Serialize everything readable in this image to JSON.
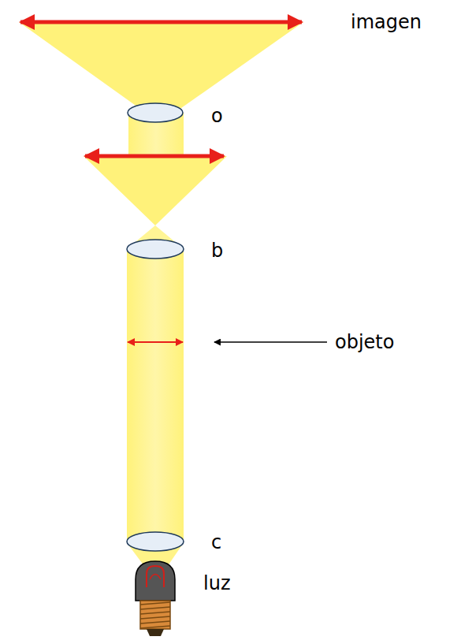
{
  "diagram": {
    "labels": [
      "imagen",
      "o",
      "b",
      "objeto",
      "c",
      "luz"
    ]
  }
}
